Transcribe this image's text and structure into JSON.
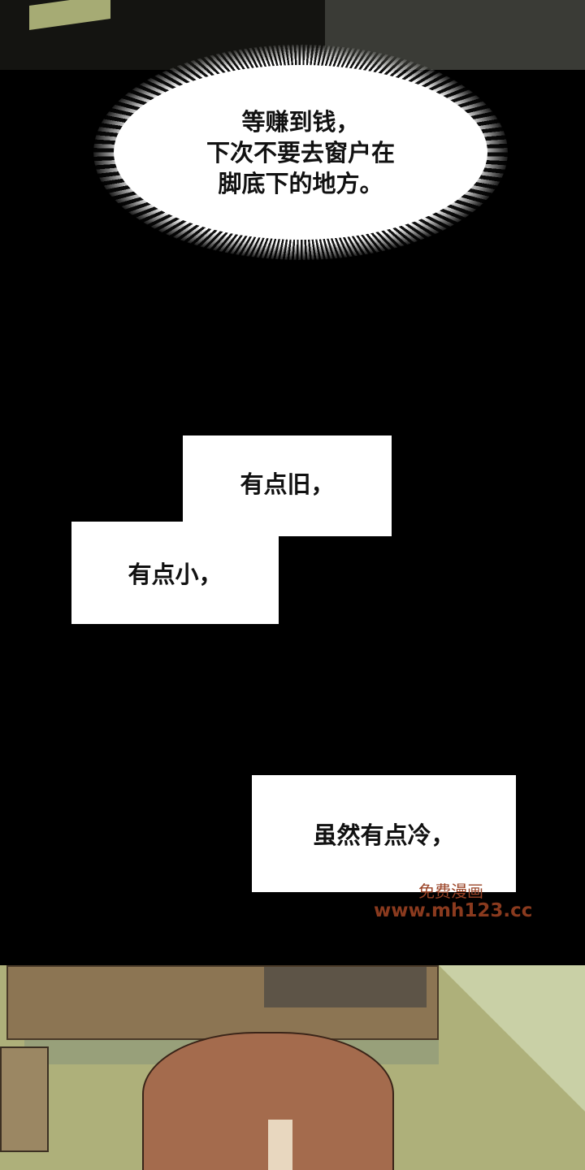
{
  "bubble": {
    "lines": [
      "等赚到钱，",
      "下次不要去窗户在",
      "脚底下的地方。"
    ]
  },
  "captions": [
    "有点旧，",
    "有点小，",
    "虽然有点冷，"
  ],
  "watermark": {
    "line1": "免费漫画",
    "line2": "www.mh123.cc"
  },
  "colors": {
    "background": "#000000",
    "caption_bg": "#ffffff",
    "watermark": "#8a3a1e"
  }
}
